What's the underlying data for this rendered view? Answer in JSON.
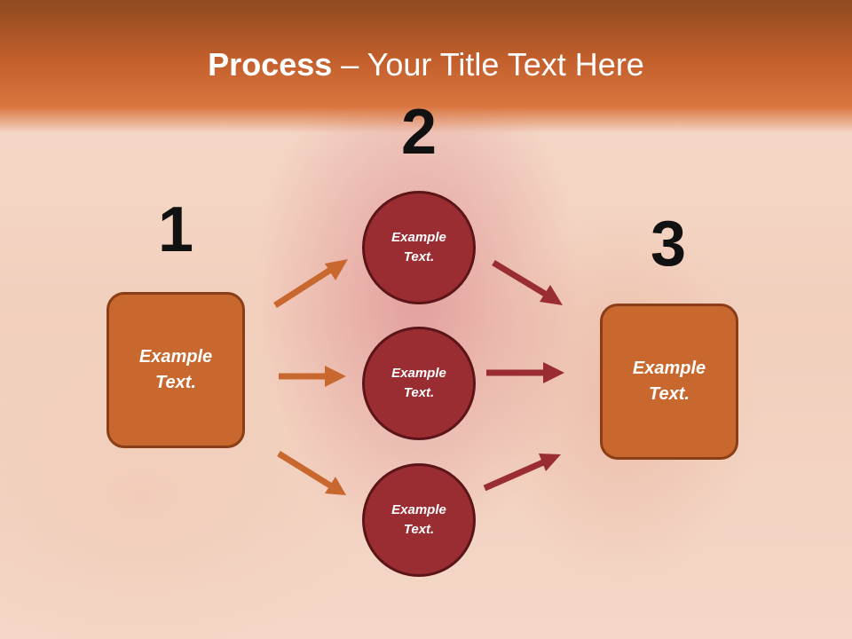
{
  "title": {
    "bold": "Process",
    "rest": " – Your Title Text Here"
  },
  "steps": {
    "n1": "1",
    "n2": "2",
    "n3": "3"
  },
  "boxes": {
    "left": "Example\nText.",
    "right": "Example\nText."
  },
  "circles": {
    "top": "Example\nText.",
    "middle": "Example\nText.",
    "bottom": "Example\nText."
  },
  "colors": {
    "orange": "#c8682e",
    "maroon": "#9a2d32",
    "arrow_orange": "#c8682e",
    "arrow_red": "#9a2d32"
  }
}
